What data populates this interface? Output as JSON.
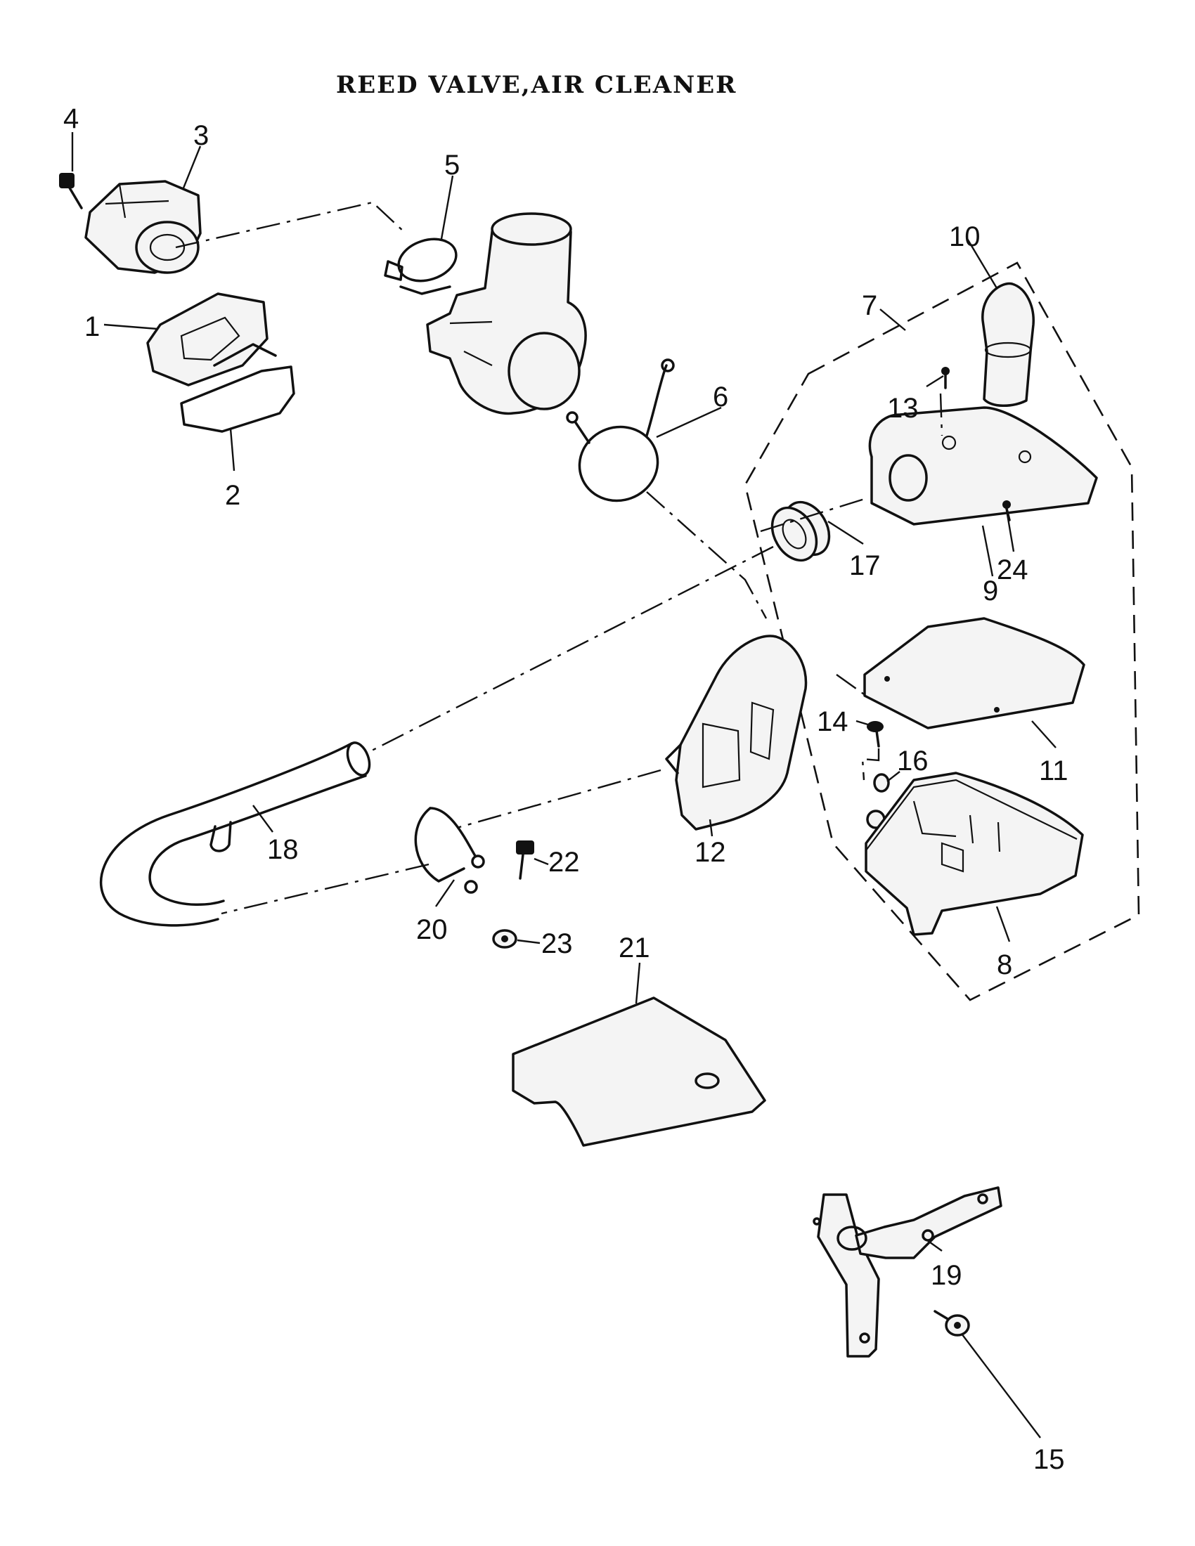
{
  "title": "REED VALVE,AIR CLEANER",
  "callouts": {
    "c1": "1",
    "c2": "2",
    "c3": "3",
    "c4": "4",
    "c5": "5",
    "c6": "6",
    "c7": "7",
    "c8": "8",
    "c9": "9",
    "c10": "10",
    "c11": "11",
    "c12": "12",
    "c13": "13",
    "c14": "14",
    "c15": "15",
    "c16": "16",
    "c17": "17",
    "c18": "18",
    "c19": "19",
    "c20": "20",
    "c21": "21",
    "c22": "22",
    "c23": "23",
    "c24": "24"
  }
}
